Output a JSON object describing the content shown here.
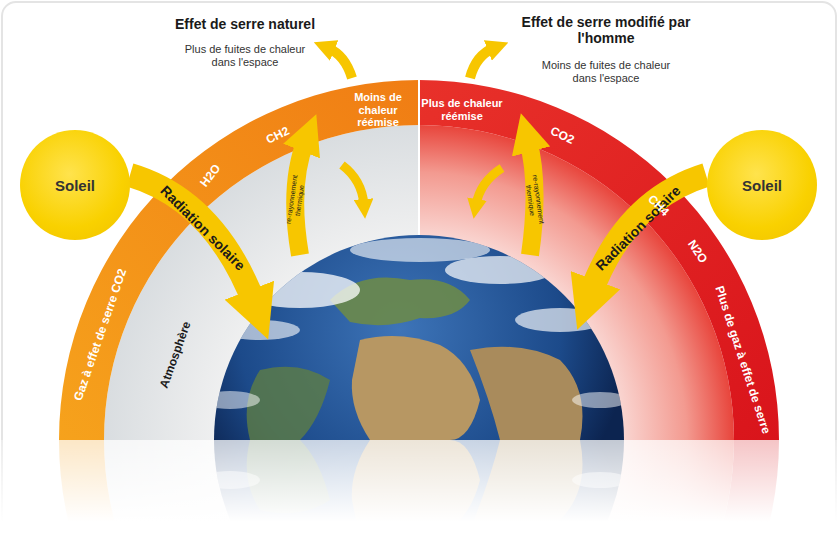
{
  "diagram": {
    "nodes": [
      {
        "text": [
          "Soleil"
        ]
      },
      {
        "text": [
          "Soleil"
        ]
      }
    ],
    "labels": [
      "Effet de serre naturel",
      "Plus de fuites de chaleur dans l'espace",
      "Effet de serre modifié par l'homme",
      "Moins de fuites de chaleur dans l'espace",
      "Radiation solaire",
      "Gaz à effet de serre CO2",
      "H2O",
      "CH2",
      "Moins de chaleur réémise",
      "re-rayonnement thermique",
      "Atmosphère",
      "Plus de chaleur réémise",
      "CO2",
      "re-rayonnement thermique",
      "Radiation solaire",
      "CH4",
      "N2O",
      "Plus de gaz à effet de serre"
    ]
  }
}
